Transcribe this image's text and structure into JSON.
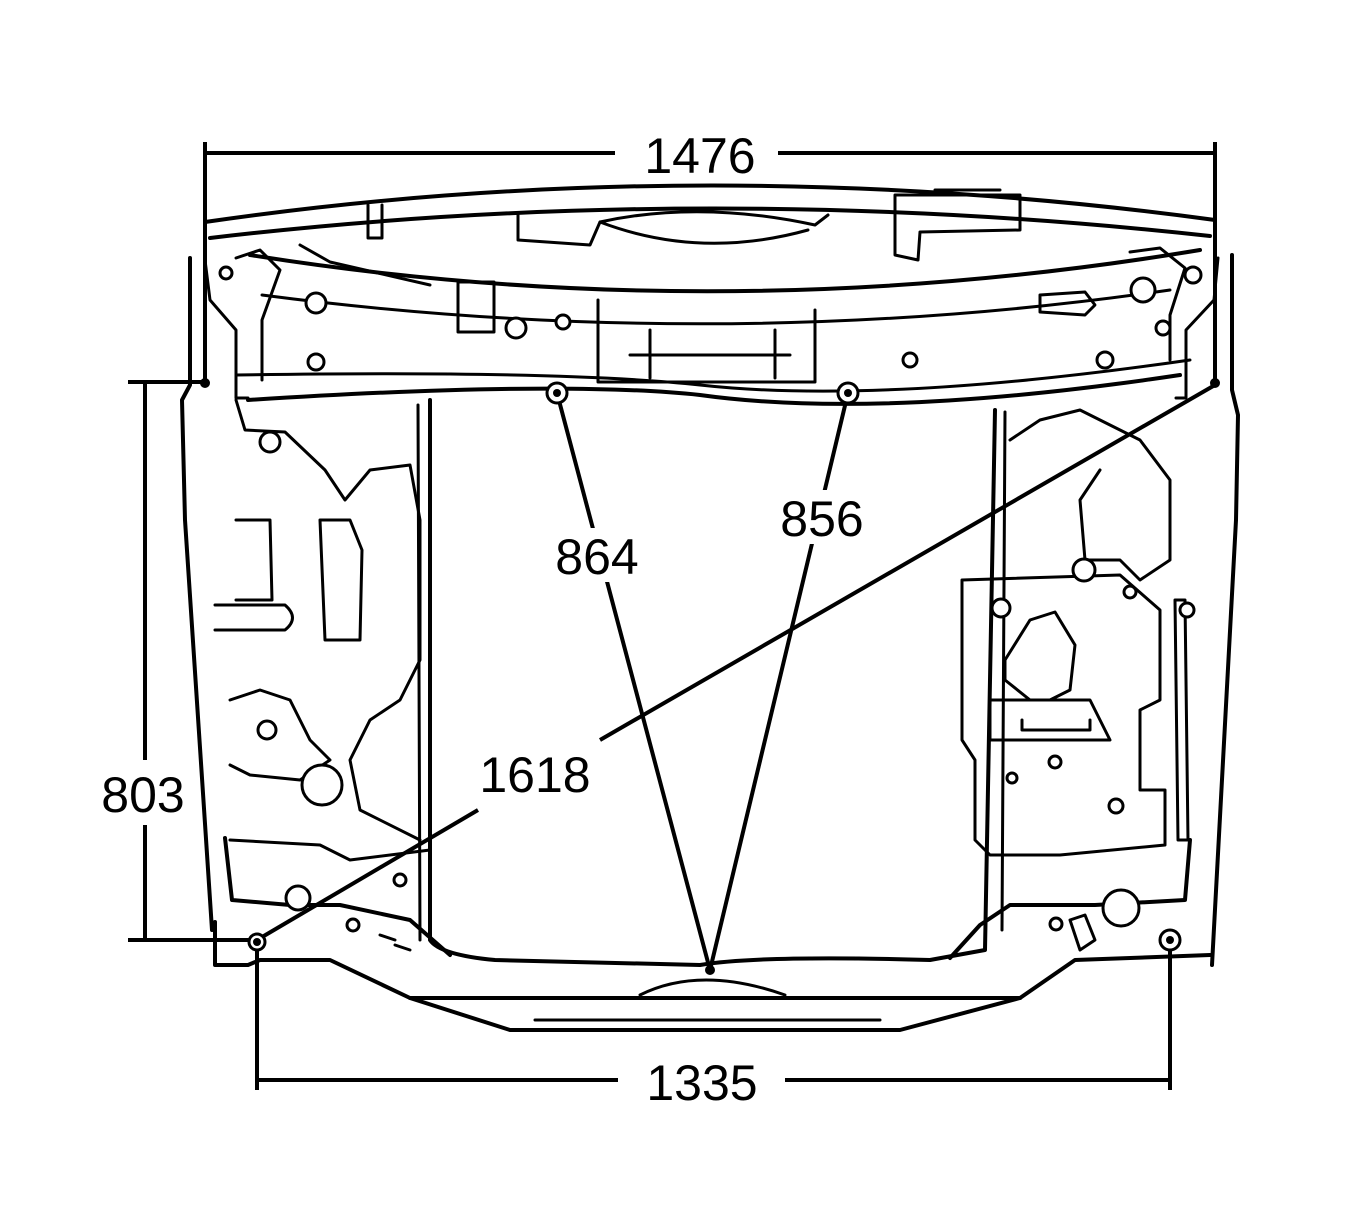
{
  "diagram": {
    "labels": {
      "width_top": "1476",
      "width_bottom": "1335",
      "height_left": "803",
      "diagonal_left_bottom": "864",
      "diagonal_right_bottom": "856",
      "diagonal_cross": "1618"
    },
    "colors": {
      "line": "#000000",
      "background": "#ffffff"
    }
  }
}
